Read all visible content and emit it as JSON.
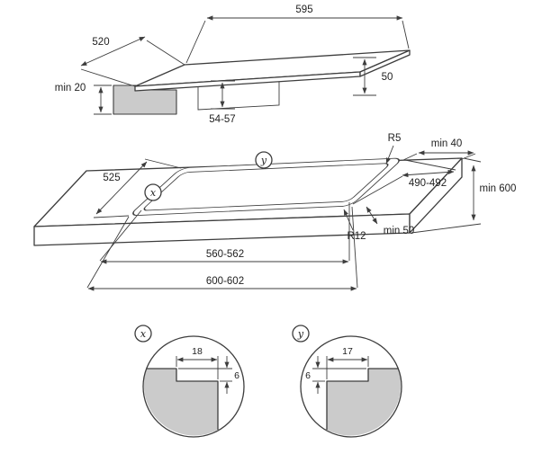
{
  "colors": {
    "line": "#3d3d3d",
    "shade": "#cbcbcb",
    "background": "#ffffff"
  },
  "top_view": {
    "width": "595",
    "depth": "520",
    "min_thickness": "min 20",
    "edge_height": "50",
    "build_in_depth": "54-57"
  },
  "cutout_view": {
    "inner_radius": "R5",
    "back_clearance": "min 40",
    "recess_depth": "525",
    "cutout_depth": "490-492",
    "min_worktop_depth": "min 600",
    "outer_radius": "R12",
    "front_clearance": "min 50",
    "cutout_width": "560-562",
    "recess_width": "600-602",
    "marker_x": "x",
    "marker_y": "y"
  },
  "detail_x": {
    "label": "x",
    "step_width": "18",
    "step_depth": "6"
  },
  "detail_y": {
    "label": "y",
    "step_width": "17",
    "step_depth": "6"
  }
}
